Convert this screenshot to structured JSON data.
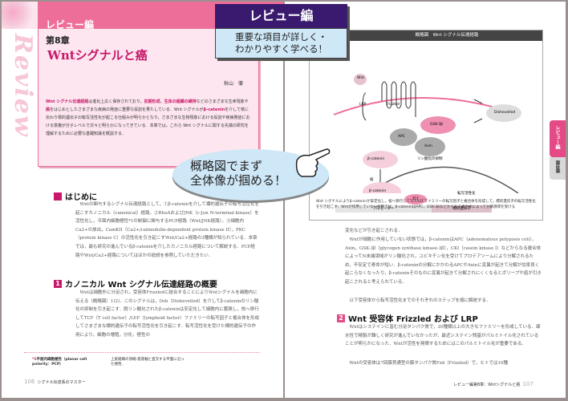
{
  "left_page": {
    "series": "レビュー編",
    "chapter": "第8章",
    "title": "Wntシグナルと癌",
    "author": "秋山　徹",
    "review_word": "Review",
    "abstract": [
      {
        "t": "Wnt シグナル伝達経路",
        "hl": true
      },
      {
        "t": "は進化上広く保存されており，",
        "hl": false
      },
      {
        "t": "初期形成",
        "hl": true
      },
      {
        "t": "，",
        "hl": false
      },
      {
        "t": "生体の組織の維持",
        "hl": true
      },
      {
        "t": "などのさまざまな生命現象や",
        "hl": false
      },
      {
        "t": "癌",
        "hl": true
      },
      {
        "t": "をはじめとしたさまざまな疾病の発症に重要な役割を果たしている．Wnt シグナルが",
        "hl": false
      },
      {
        "t": "β-catenin",
        "hl": true
      },
      {
        "t": "を介して核に伝わり標的遺伝子の転写活性化が起こる仕組みが明らかとなり，さまざまな生物現象における役割や疾病発症における意義が分子レベルで次々と明らかになってきている．本章では，これら Wnt シグナルに関する先端の研究を理解するために必要な基礎知識を概説する．",
        "hl": false
      }
    ],
    "sections": [
      {
        "num": "",
        "heading": "はじめに",
        "body": "Wntの関与するシグナル伝達経路として，①β-cateninを介して標的遺伝子の転写活性化を起こすカノニカル（canonical）経路，②RhoAおよびJNK（c-Jun N-terminal kinase）を活性化し，平面内細胞極性*1の制御に関与するPCP経路（Wnt/JNK経路），③細胞内Ca2+の放出，CamKII（Ca2+/calmodulin-dependent protein kinase II），PKC（protein kinase C）の活性化を引き起こすWnt/Ca2+経路の3種類が知られている．本章では，最も研究の進んでいるβ-cateninを介したカノニカル経路について解説する．PCP経路やWnt/Ca2+経路についてはほかの総説を参照していただきたい．"
      },
      {
        "num": "1",
        "heading": "カノニカル Wnt シグナル伝達経路の概要",
        "body": "Wntは細胞外に分泌され，受容体Frizzledに結合することによりWntシグナルを細胞内に伝える（概略図）1)2)．このシグナルは，Dsh（Dishevelled）を介してβ-cateninのリン酸化の抑制を引き起こす．脱リン酸化されたβ-cateninは安定化して細胞内に蓄積し，核へ移行してTCF（T cell factor）/LEF（lymphoid factor）ファミリーの転写因子と複合体を形成してさまざまな標的遺伝子の転写活性化を引き起こす．転写活性化を受けた標的遺伝子の作用により，細胞の増殖，分化，極性の"
      }
    ],
    "footnote": {
      "mark": "*1",
      "term": "平面内細胞極性（planar cell polarity：PCP）",
      "desc": "上皮組織の頂端-基底軸と直交する平面に沿った極性．"
    },
    "page_number": "106",
    "running_title": "シグナル伝達系のマスター"
  },
  "callout": {
    "top": "レビュー編",
    "line1": "重要な項目が詳しく・",
    "line2": "わかりやすく学べる！"
  },
  "bubble": {
    "line1": "概略図でまず",
    "line2": "全体像が掴める！"
  },
  "figure": {
    "header": "概略図　Wnt シグナル伝達経路",
    "labels": {
      "wnt": "Wnt",
      "lrp": "LRP",
      "frizzled": "Frizzled",
      "dsh": "Dishevelled",
      "gsk": "GSK-3β",
      "apc": "APC",
      "axin": "Axin",
      "bcat1": "β-catenin",
      "phos": "リン酸化の抑制",
      "nucleus": "核",
      "bcat2": "β-catenin",
      "tcf": "TCF",
      "activation": "転写活性化",
      "promoter": "プロモーター",
      "target": "標的遺伝子"
    },
    "caption": "Wnt シグナルによりβ-cateninが安定化し，核へ移行してTCF/LEFファミリーの転写因子と複合体を形成して，標的遺伝子の転写活性化を引き起こす．Wntが作用していない状態では，β-cateninはAPC，GSK-3βなどからなる複合体によって分解誘導を受ける"
  },
  "right_page": {
    "para1": "変化などが引き起こされる．",
    "para2": "Wntが細胞に作用していない状態では，β-cateninはAPC（adenomatous polyposis coli），Axin，GSK-3β（glycogen synthase kinase-3β），CKI（casein kinase I）などからなる複合体によってN末端領域がリン酸化され，ユビキチン化を受けてプロテアソームにより分解されるため，不安定で寿命が短い．β-cateninの分解にかかわるAPCやAxinに変異が起きて分解が効率良く起こらなくなったり，β-cateninそのものに変異が起きて分解されにくくなるとポリープや癌が引き起こされると考えられている．",
    "para3": "以下受容体から転写活性化までのそれぞれのステップを順に解説する．",
    "section": {
      "num": "2",
      "heading": "Wnt 受容体 Frizzled および LRP",
      "body": "Wntはシステインに富む分泌タンパク質で，20種類以上の大きなファミリーを形成している．疎水性で精製が難しく研究が進んでいなかったが，最近システイン残基がパルミトイル化されていることが明らかになった．Wntが活性を発揮するためにはこのパルミトイル化が重要である．",
      "body2": "Wntの受容体は7回膜貫通型の膜タンパク質Fzd（Frizzled）で，ヒトでは10種"
    },
    "running_title": "レビュー編第8章：Wntシグナルと癌",
    "page_number": "107",
    "tab_series": "レビュー編",
    "tab_chapter": "第8章"
  },
  "colors": {
    "accent": "#c8186a",
    "pink_band": "#ee6e9a",
    "purple": "#3a1a6e",
    "light_blue": "#cfe8f7"
  }
}
